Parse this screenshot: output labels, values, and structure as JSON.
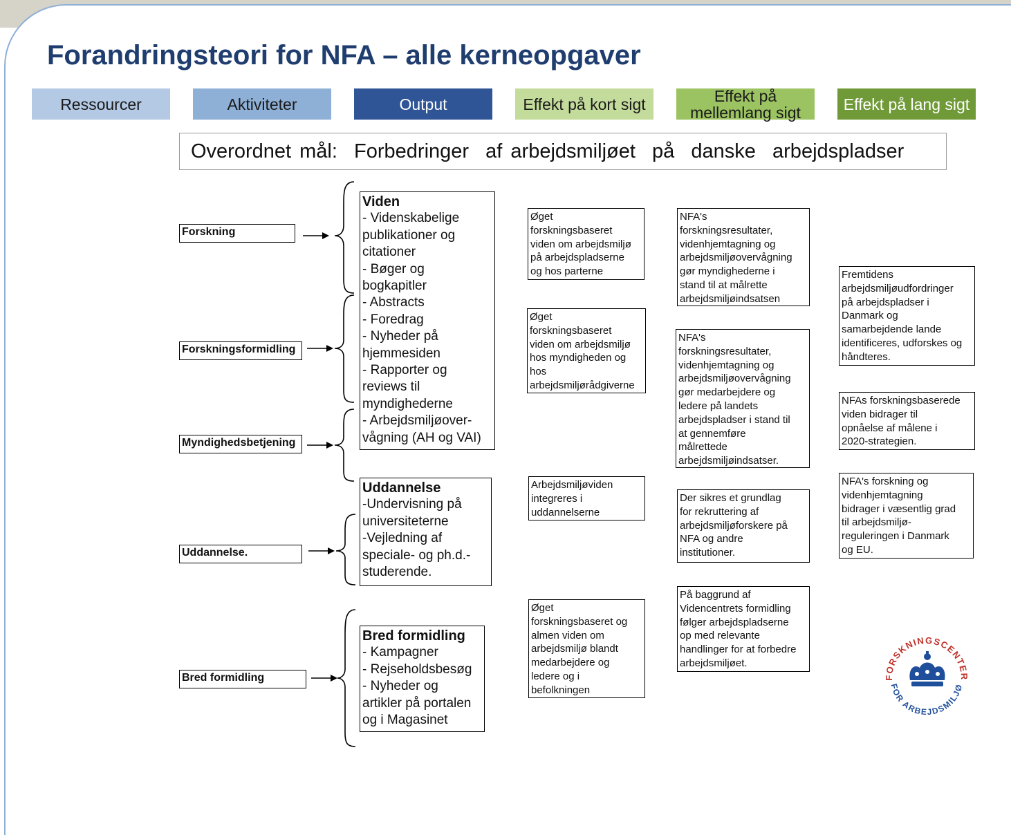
{
  "title": "Forandringsteori for NFA – alle kerneopgaver",
  "headers": [
    {
      "label": "Ressourcer",
      "bg": "#b4c9e4",
      "color": "#1a1a1a"
    },
    {
      "label": "Aktiviteter",
      "bg": "#8eb0d6",
      "color": "#1a1a1a"
    },
    {
      "label": "Output",
      "bg": "#2f5597",
      "color": "#ffffff"
    },
    {
      "label": "Effekt på kort sigt",
      "bg": "#c4dc9b",
      "color": "#1a1a1a"
    },
    {
      "label_lines": [
        "Effekt på",
        "mellemlang sigt"
      ],
      "bg": "#9cc361",
      "color": "#1a1a1a"
    },
    {
      "label": "Effekt på lang sigt",
      "bg": "#6f9a37",
      "color": "#ffffff"
    }
  ],
  "goal": "Overordnet mål:  Forbedringer  af arbejdsmiljøet  på  danske  arbejdspladser",
  "activities": [
    "Forskning",
    "Forskningsformidling",
    "Myndighedsbetjening",
    "Uddannelse.",
    "Bred formidling"
  ],
  "outputs": {
    "viden": {
      "heading": "Viden",
      "lines": [
        "- Videnskabelige",
        "publikationer  og",
        "citationer",
        "- Bøger  og",
        "bogkapitler",
        "- Abstracts",
        "- Foredrag",
        "- Nyheder  på",
        "hjemmesiden",
        "- Rapporter  og",
        "reviews  til",
        "myndighederne",
        "- Arbejdsmiljøover-",
        "vågning  (AH og VAI)"
      ]
    },
    "uddannelse": {
      "heading": "Uddannelse",
      "lines": [
        "-Undervisning   på",
        "universiteterne",
        "-Vejledning  af",
        "speciale- og ph.d.-",
        "studerende."
      ]
    },
    "bred": {
      "heading": "Bred formidling",
      "lines": [
        "- Kampagner",
        "- Rejseholdsbesøg",
        "- Nyheder  og",
        "artikler på portalen",
        "og i Magasinet"
      ]
    }
  },
  "short_term": [
    [
      "Øget",
      "forskningsbaseret",
      "viden om arbejdsmiljø",
      "på arbejdspladserne",
      "og hos parterne"
    ],
    [
      "Øget",
      "forskningsbaseret",
      "viden om arbejdsmiljø",
      "hos myndigheden og",
      "hos",
      "arbejdsmiljørådgiverne"
    ],
    [
      "Arbejdsmiljøviden",
      "integreres i",
      "uddannelserne"
    ],
    [
      "Øget",
      "forskningsbaseret og",
      "almen viden om",
      "arbejdsmiljø  blandt",
      "medarbejdere og",
      "ledere og i",
      "befolkningen"
    ]
  ],
  "medium_term": [
    [
      "NFA's",
      "forskningsresultater,",
      "videnhjemtagning og",
      "arbejdsmiljøovervågning",
      "gør myndighederne i",
      "stand til at målrette",
      "arbejdsmiljøindsatsen"
    ],
    [
      "NFA's",
      "forskningsresultater,",
      "videnhjemtagning og",
      "arbejdsmiljøovervågning",
      "gør medarbejdere og",
      "ledere på landets",
      "arbejdspladser i stand til",
      "at gennemføre",
      "målrettede",
      "arbejdsmiljøindsatser."
    ],
    [
      "Der sikres et grundlag",
      "for rekruttering af",
      "arbejdsmiljøforskere på",
      "NFA og andre",
      "institutioner."
    ],
    [
      "På baggrund af",
      "Videncentrets formidling",
      "følger arbejdspladserne",
      "op med relevante",
      "handlinger for at forbedre",
      "arbejdsmiljøet."
    ]
  ],
  "long_term": [
    [
      "Fremtidens",
      "arbejdsmiljøudfordringer",
      "på arbejdspladser i",
      "Danmark og",
      "samarbejdende lande",
      "identificeres, udforskes og",
      "håndteres."
    ],
    [
      "NFAs forskningsbaserede",
      "viden bidrager til",
      "opnåelse af målene i",
      "2020-strategien."
    ],
    [
      "NFA's forskning og",
      "videnhjemtagning",
      "bidrager i væsentlig grad",
      "til arbejdsmiljø-",
      "reguleringen i Danmark",
      "og EU."
    ]
  ],
  "logo": {
    "top_text": "FORSKNINGSCENTER",
    "bottom_text": "FOR ARBEJDSMILJØ",
    "icon": "crown-icon",
    "color": "#1f4e9a",
    "accent": "#c0302a"
  }
}
